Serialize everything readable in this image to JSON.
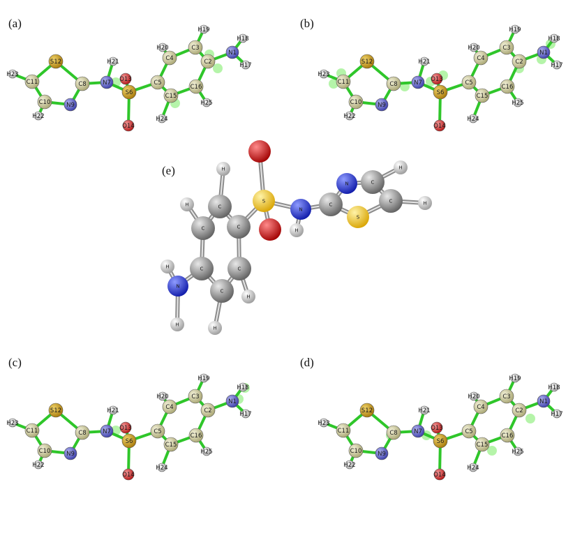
{
  "colors": {
    "bond_green": "#2fc62a",
    "bond_grey": "#8c8c8c",
    "carbon_small": "#b6b48a",
    "sulfur": "#c49a12",
    "nitrogen": "#5557c8",
    "oxygen": "#d32626",
    "hydrogen_small": "#d4d4d4",
    "carbon_big": "#8a8a8a",
    "sulfur_big": "#f2c21a",
    "nitrogen_big": "#1f2ed6",
    "oxygen_big": "#d40f0f",
    "hydrogen_big": "#d9d9d9",
    "highlight": "#9cf08c"
  },
  "panels": [
    {
      "label": "(a)"
    },
    {
      "label": "(b)"
    },
    {
      "label": "(c)"
    },
    {
      "label": "(d)"
    }
  ],
  "center_panel": {
    "label": "(e)"
  },
  "small_atoms": [
    {
      "id": "S12",
      "el": "S"
    },
    {
      "id": "C11",
      "el": "C"
    },
    {
      "id": "C10",
      "el": "C"
    },
    {
      "id": "N9",
      "el": "N"
    },
    {
      "id": "C8",
      "el": "C"
    },
    {
      "id": "N7",
      "el": "N"
    },
    {
      "id": "H21",
      "el": "H"
    },
    {
      "id": "S6",
      "el": "S"
    },
    {
      "id": "O13",
      "el": "O"
    },
    {
      "id": "O14",
      "el": "O"
    },
    {
      "id": "C5",
      "el": "C"
    },
    {
      "id": "C4",
      "el": "C"
    },
    {
      "id": "C3",
      "el": "C"
    },
    {
      "id": "C2",
      "el": "C"
    },
    {
      "id": "C16",
      "el": "C"
    },
    {
      "id": "C15",
      "el": "C"
    },
    {
      "id": "N1",
      "el": "N"
    },
    {
      "id": "H18",
      "el": "H"
    },
    {
      "id": "H17",
      "el": "H"
    },
    {
      "id": "H19",
      "el": "H"
    },
    {
      "id": "H20",
      "el": "H"
    },
    {
      "id": "H25",
      "el": "H"
    },
    {
      "id": "H24",
      "el": "H"
    },
    {
      "id": "H23",
      "el": "H"
    },
    {
      "id": "H22",
      "el": "H"
    }
  ],
  "big_atoms": [
    {
      "el": "C",
      "text": "C"
    },
    {
      "el": "C",
      "text": "C"
    },
    {
      "el": "C",
      "text": "C"
    },
    {
      "el": "C",
      "text": "C"
    },
    {
      "el": "C",
      "text": "C"
    },
    {
      "el": "C",
      "text": "C"
    },
    {
      "el": "C",
      "text": "C"
    },
    {
      "el": "C",
      "text": "C"
    },
    {
      "el": "C",
      "text": "C"
    },
    {
      "el": "S",
      "text": "S"
    },
    {
      "el": "S",
      "text": "S"
    },
    {
      "el": "N",
      "text": "N"
    },
    {
      "el": "N",
      "text": "N"
    },
    {
      "el": "N",
      "text": "N"
    },
    {
      "el": "O",
      "text": ""
    },
    {
      "el": "O",
      "text": ""
    },
    {
      "el": "H",
      "text": "H"
    },
    {
      "el": "H",
      "text": "H"
    },
    {
      "el": "H",
      "text": "H"
    },
    {
      "el": "H",
      "text": "H"
    },
    {
      "el": "H",
      "text": "H"
    },
    {
      "el": "H",
      "text": "H"
    },
    {
      "el": "H",
      "text": "H"
    },
    {
      "el": "H",
      "text": "H"
    },
    {
      "el": "H",
      "text": "H"
    }
  ]
}
